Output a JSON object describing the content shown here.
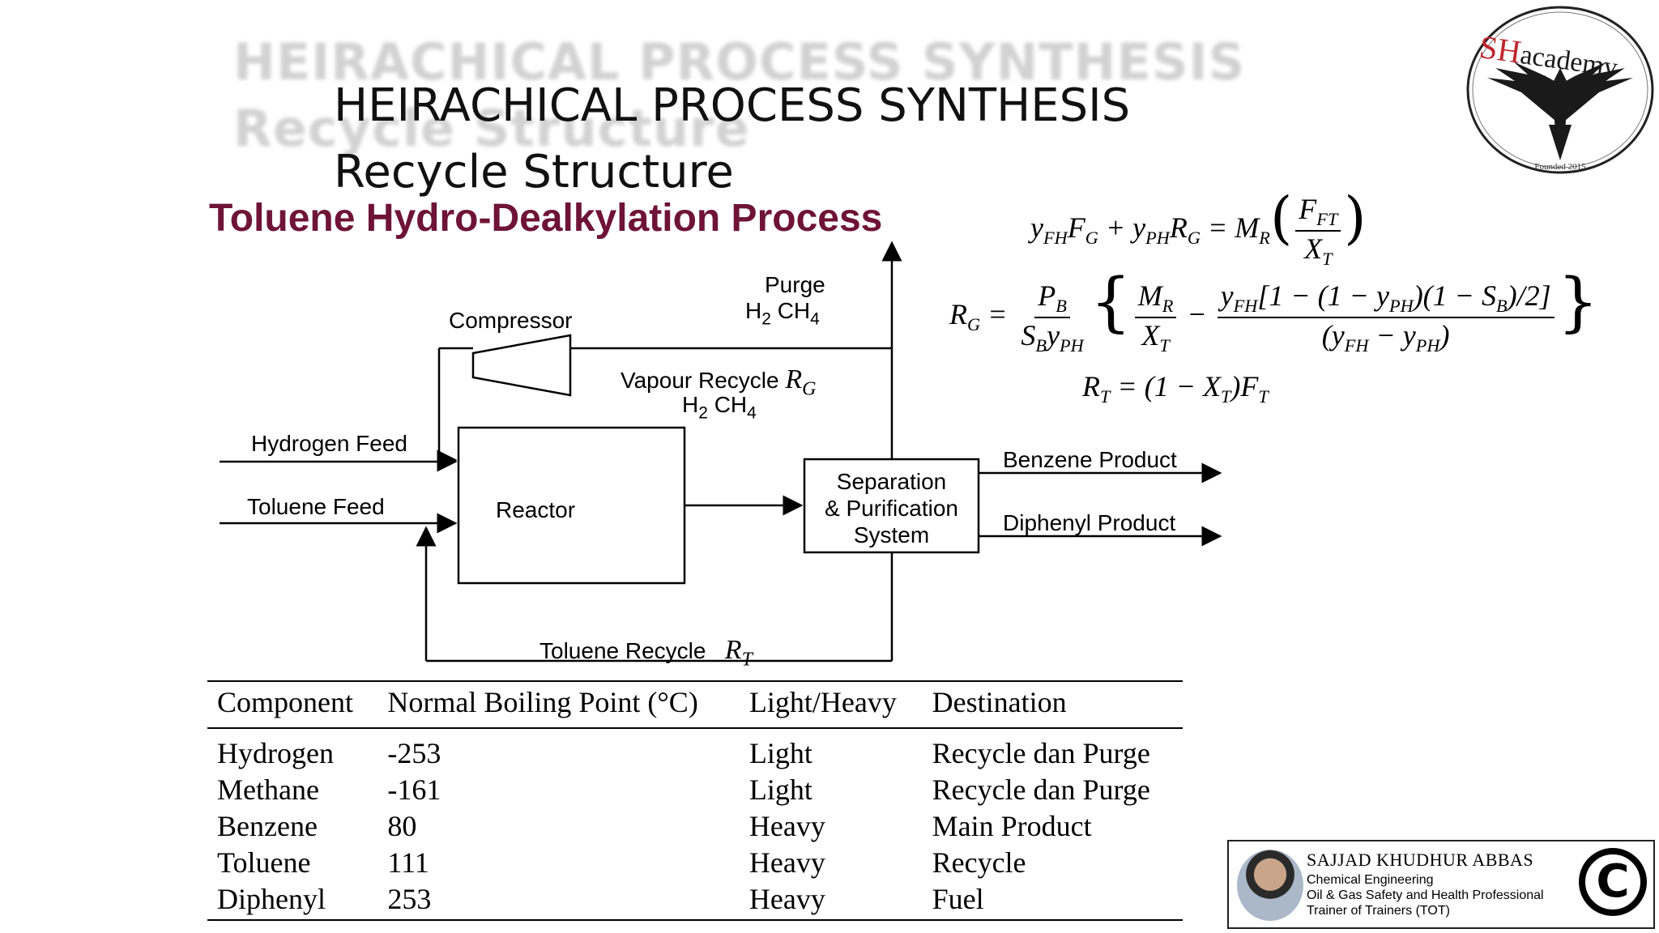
{
  "header": {
    "ghost_line1": "HEIRACHICAL PROCESS SYNTHESIS",
    "ghost_line2": "Recycle Structure",
    "title": "HEIRACHICAL PROCESS SYNTHESIS",
    "subtitle": "Recycle Structure",
    "process_title": "Toluene Hydro-Dealkylation Process"
  },
  "logo": {
    "brand": "SHacademy",
    "founded": "Founded 2015"
  },
  "diagram": {
    "compressor": "Compressor",
    "purge": "Purge",
    "purge_h": "H",
    "purge_h_sub": "2",
    "purge_ch": "CH",
    "purge_ch_sub": "4",
    "vapour_recycle": "Vapour Recycle",
    "vapour_symbol": "R",
    "vapour_symbol_sub": "G",
    "vapour_h": "H",
    "vapour_h_sub": "2",
    "vapour_ch": "CH",
    "vapour_ch_sub": "4",
    "hydrogen_feed": "Hydrogen Feed",
    "toluene_feed": "Toluene Feed",
    "reactor": "Reactor",
    "separation_line1": "Separation",
    "separation_line2": "& Purification",
    "separation_line3": "System",
    "benzene_product": "Benzene Product",
    "diphenyl_product": "Diphenyl Product",
    "toluene_recycle": "Toluene Recycle",
    "toluene_symbol": "R",
    "toluene_symbol_sub": "T"
  },
  "table": {
    "headers": [
      "Component",
      "Normal Boiling Point (°C)",
      "Light/Heavy",
      "Destination"
    ],
    "rows": [
      [
        "Hydrogen",
        "-253",
        "Light",
        "Recycle dan Purge"
      ],
      [
        "Methane",
        "-161",
        "Light",
        "Recycle dan Purge"
      ],
      [
        "Benzene",
        "80",
        "Heavy",
        "Main Product"
      ],
      [
        "Toluene",
        "111",
        "Heavy",
        "Recycle"
      ],
      [
        "Diphenyl",
        "253",
        "Heavy",
        "Fuel"
      ]
    ]
  },
  "author": {
    "name": "SAJJAD KHUDHUR ABBAS",
    "line1": "Chemical Engineering",
    "line2": "Oil & Gas Safety and Health Professional",
    "line3": "Trainer of Trainers (TOT)",
    "copyright_symbol": "C"
  },
  "colors": {
    "process_title": "#6e1436",
    "logo_red": "#c0262d"
  }
}
